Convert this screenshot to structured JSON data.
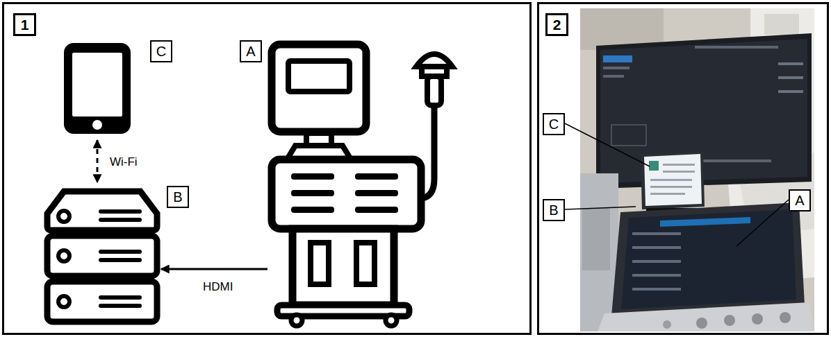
{
  "diagram": {
    "nodes": [
      {
        "text": [
          "1"
        ]
      },
      {
        "text": [
          "C"
        ],
        "in": 0
      },
      {
        "text": [
          "B"
        ],
        "in": 0
      },
      {
        "text": [
          "A"
        ],
        "in": 0
      },
      {
        "text": [
          "2"
        ]
      }
    ],
    "edges": [
      {
        "from": 3,
        "to": 2,
        "label": "HDMI",
        "arrow": "to"
      },
      {
        "from": 1,
        "to": 2,
        "label": "Wi-Fi",
        "arrow": "both"
      }
    ],
    "labels": [
      "C",
      "B",
      "A"
    ]
  }
}
